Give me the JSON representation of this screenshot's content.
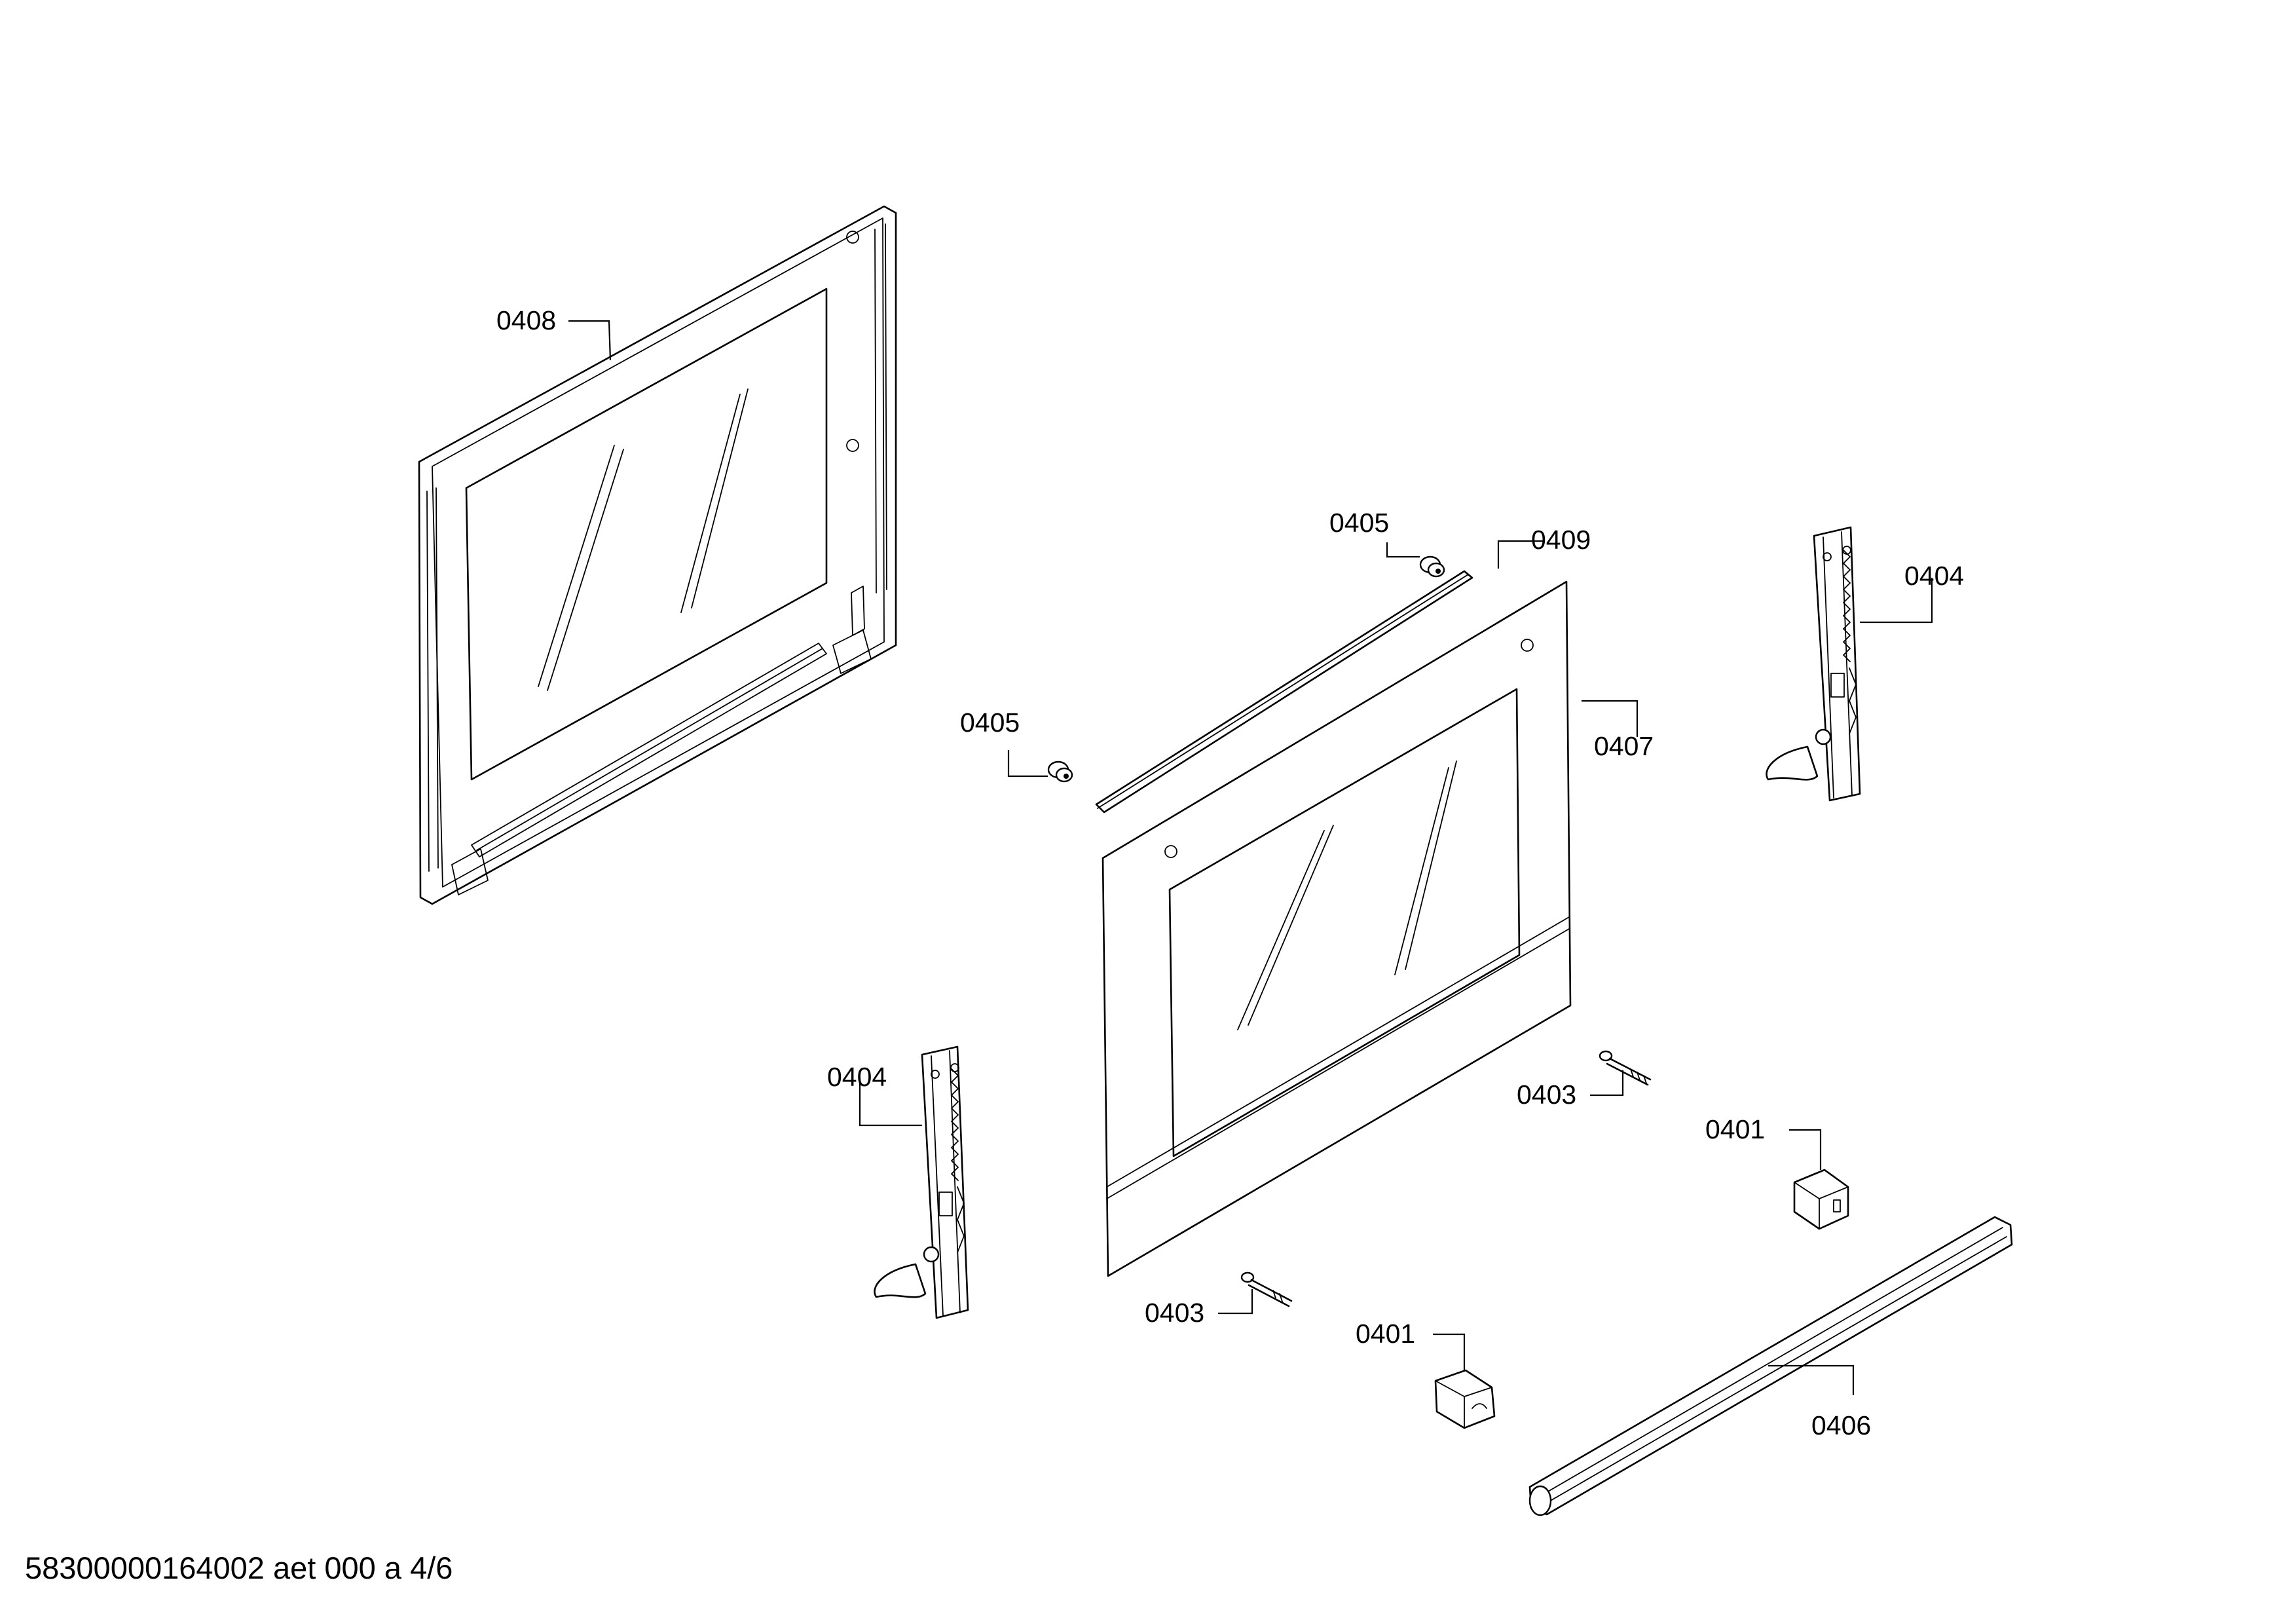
{
  "callouts": {
    "top_door_panel": "0408",
    "bar_screw_top": "0405",
    "bar_screw_left": "0405",
    "top_seal_strip": "0409",
    "door_panel": "0407",
    "hinge_right": "0404",
    "hinge_left": "0404",
    "screw_right": "0403",
    "screw_left": "0403",
    "bracket_right": "0401",
    "bracket_left": "0401",
    "handle_bar": "0406"
  },
  "footer": {
    "doc_code": "58300000164002 aet 000 a 4/6"
  }
}
